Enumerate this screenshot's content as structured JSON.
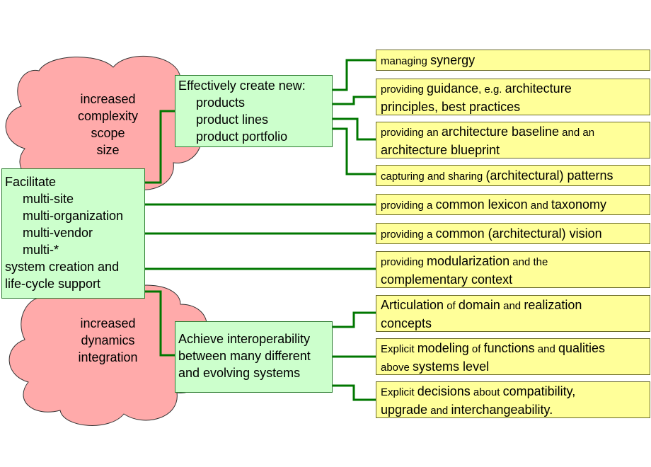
{
  "colors": {
    "cloud": "#ffaaaa",
    "green_box": "#ccffcc",
    "yellow_box": "#ffff99",
    "connector": "#007700"
  },
  "clouds": {
    "top": [
      "increased",
      "complexity",
      "scope",
      "size"
    ],
    "bottom": [
      "increased",
      "dynamics",
      "integration"
    ]
  },
  "create_box": {
    "title": "Effectively create new:",
    "items": [
      "products",
      "product lines",
      "product portfolio"
    ]
  },
  "facilitate_box": {
    "title": "Facilitate",
    "items": [
      "multi-site",
      "multi-organization",
      "multi-vendor",
      "multi-*"
    ],
    "footer": [
      "system creation and",
      "life-cycle support"
    ]
  },
  "interop_box": {
    "lines": [
      "Achieve interoperability",
      "between many different",
      "and evolving systems"
    ]
  },
  "yellow": [
    {
      "lines": [
        [
          {
            "t": "managing ",
            "s": "sm"
          },
          {
            "t": "synergy",
            "s": "lg"
          }
        ]
      ]
    },
    {
      "lines": [
        [
          {
            "t": "providing ",
            "s": "sm"
          },
          {
            "t": "guidance",
            "s": "lg"
          },
          {
            "t": ", e.g. ",
            "s": "sm"
          },
          {
            "t": "architecture",
            "s": "lg"
          }
        ],
        [
          {
            "t": "principles, best practices",
            "s": "lg"
          }
        ]
      ]
    },
    {
      "lines": [
        [
          {
            "t": "providing an ",
            "s": "sm"
          },
          {
            "t": "architecture baseline",
            "s": "lg"
          },
          {
            "t": " and an",
            "s": "sm"
          }
        ],
        [
          {
            "t": "architecture blueprint",
            "s": "lg"
          }
        ]
      ]
    },
    {
      "lines": [
        [
          {
            "t": "capturing and sharing ",
            "s": "sm"
          },
          {
            "t": "(architectural) patterns",
            "s": "lg"
          }
        ]
      ]
    },
    {
      "lines": [
        [
          {
            "t": "providing a ",
            "s": "sm"
          },
          {
            "t": "common lexicon",
            "s": "lg"
          },
          {
            "t": " and ",
            "s": "sm"
          },
          {
            "t": "taxonomy",
            "s": "lg"
          }
        ]
      ]
    },
    {
      "lines": [
        [
          {
            "t": "providing a ",
            "s": "sm"
          },
          {
            "t": "common (architectural) vision",
            "s": "lg"
          }
        ]
      ]
    },
    {
      "lines": [
        [
          {
            "t": "providing ",
            "s": "sm"
          },
          {
            "t": "modularization",
            "s": "lg"
          },
          {
            "t": " and the",
            "s": "sm"
          }
        ],
        [
          {
            "t": "complementary context",
            "s": "lg"
          }
        ]
      ]
    },
    {
      "lines": [
        [
          {
            "t": "Articulation",
            "s": "lg"
          },
          {
            "t": " of ",
            "s": "sm"
          },
          {
            "t": "domain",
            "s": "lg"
          },
          {
            "t": " and ",
            "s": "sm"
          },
          {
            "t": "realization",
            "s": "lg"
          }
        ],
        [
          {
            "t": "concepts",
            "s": "lg"
          }
        ]
      ]
    },
    {
      "lines": [
        [
          {
            "t": "Explicit ",
            "s": "sm"
          },
          {
            "t": "modeling",
            "s": "lg"
          },
          {
            "t": " of ",
            "s": "sm"
          },
          {
            "t": "functions",
            "s": "lg"
          },
          {
            "t": " and ",
            "s": "sm"
          },
          {
            "t": "qualities",
            "s": "lg"
          }
        ],
        [
          {
            "t": "above ",
            "s": "sm"
          },
          {
            "t": "systems level",
            "s": "lg"
          }
        ]
      ]
    },
    {
      "lines": [
        [
          {
            "t": "Explicit ",
            "s": "sm"
          },
          {
            "t": "decisions",
            "s": "lg"
          },
          {
            "t": " about ",
            "s": "sm"
          },
          {
            "t": "compatibility,",
            "s": "lg"
          }
        ],
        [
          {
            "t": "upgrade",
            "s": "lg"
          },
          {
            "t": " and ",
            "s": "sm"
          },
          {
            "t": "interchangeability.",
            "s": "lg"
          }
        ]
      ]
    }
  ]
}
